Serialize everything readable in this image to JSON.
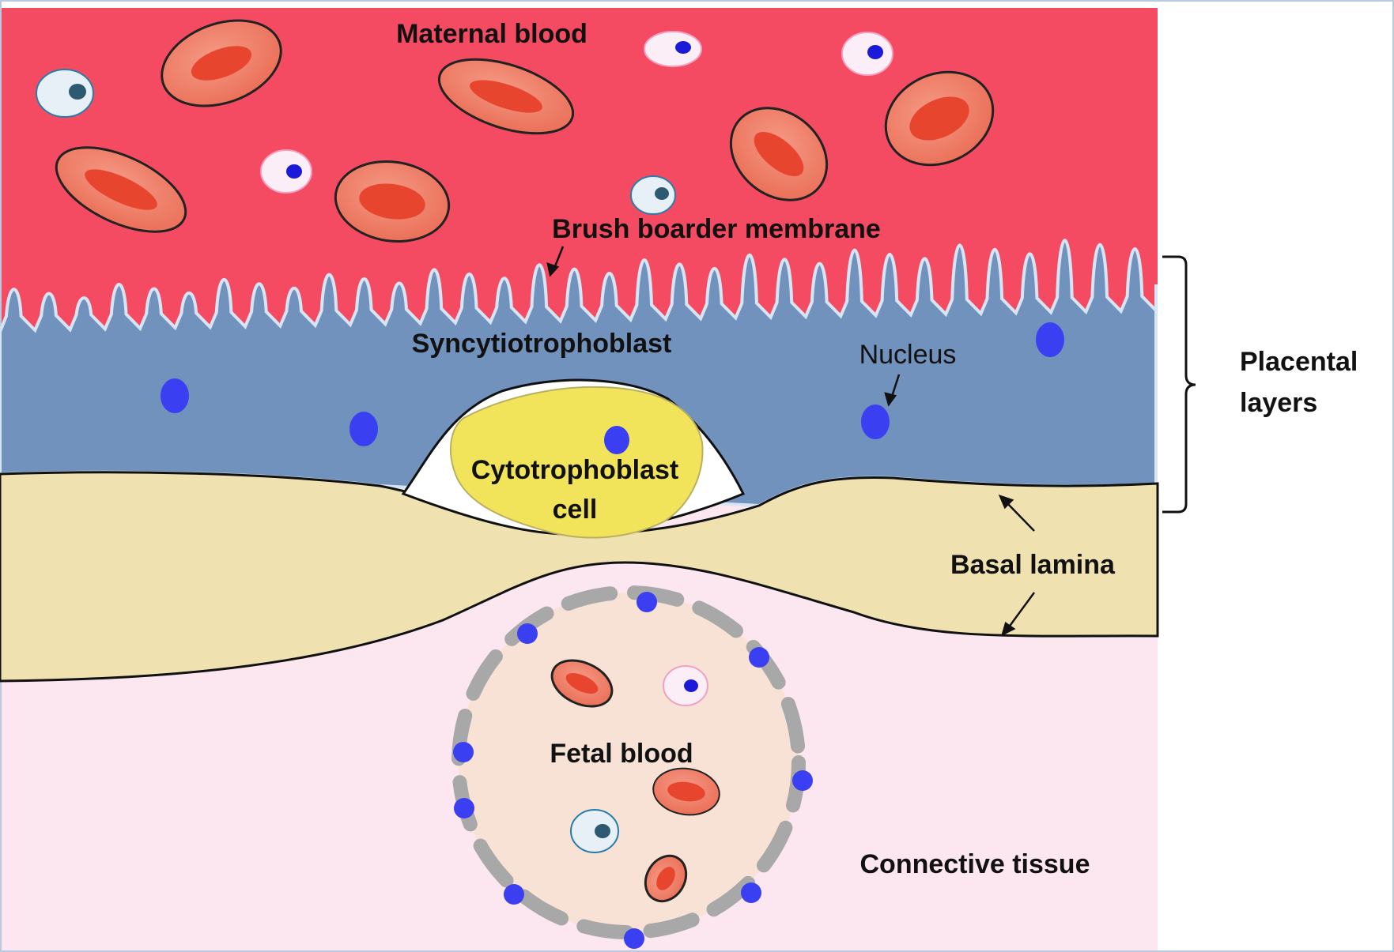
{
  "labels": {
    "maternal_blood": "Maternal blood",
    "brush_border": "Brush boarder membrane",
    "syncytiotrophoblast": "Syncytiotrophoblast",
    "nucleus": "Nucleus",
    "cytotrophoblast_line1": "Cytotrophoblast",
    "cytotrophoblast_line2": "cell",
    "placental_line1": "Placental",
    "placental_line2": "layers",
    "basal_lamina": "Basal lamina",
    "fetal_blood": "Fetal blood",
    "connective_tissue": "Connective tissue"
  },
  "colors": {
    "maternal_blood": "#f54b62",
    "syncytiotrophoblast": "#7192bd",
    "basal_lamina": "#efe2b0",
    "connective_tissue": "#fce6f0",
    "fetal_vessel": "#f8e2d6",
    "cytotrophoblast": "#f2e45a",
    "nucleus": "#3a3ff2",
    "red_cell": "#ee7e6b",
    "red_cell_core": "#e8452f",
    "white_cell": "#e6f0f6",
    "endothelium": "#a8a8a8"
  }
}
